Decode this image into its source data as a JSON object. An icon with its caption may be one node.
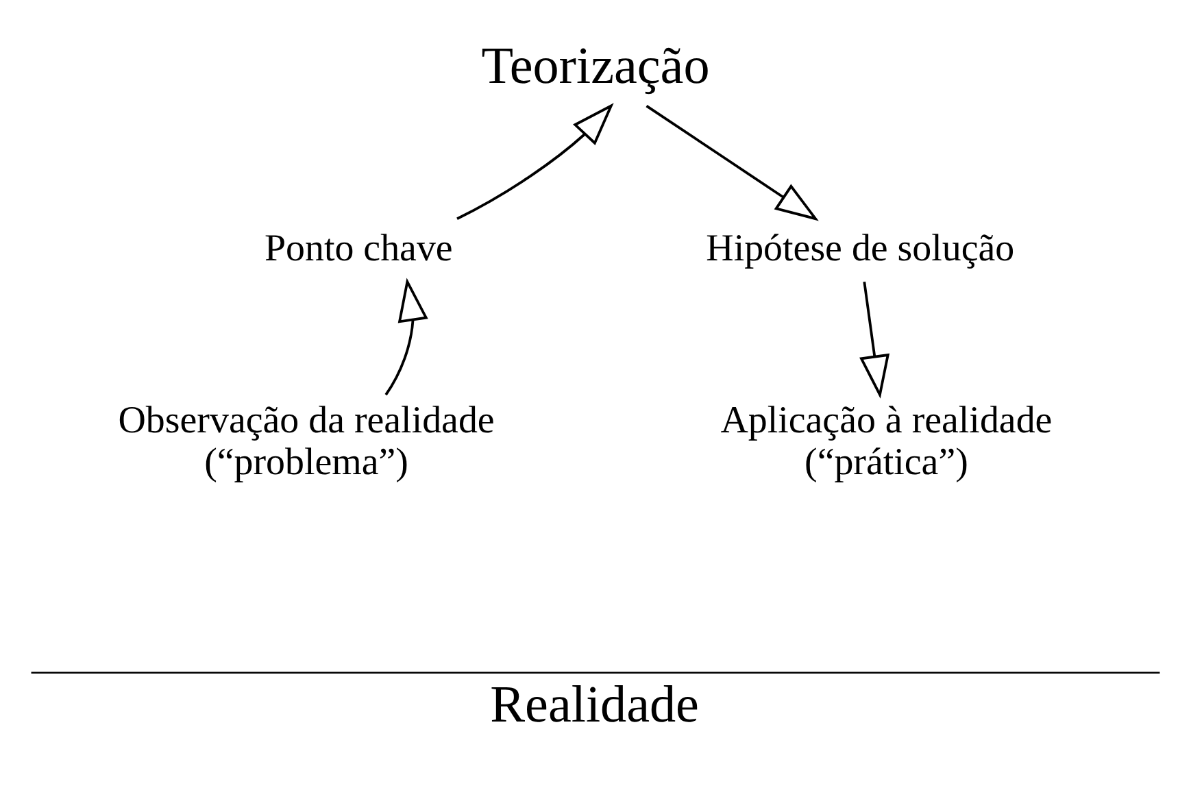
{
  "diagram": {
    "nodes": [
      {
        "text": [
          "Teorização"
        ]
      },
      {
        "text": [
          "Ponto chave"
        ]
      },
      {
        "text": [
          "Hipótese de solução"
        ]
      },
      {
        "text": [
          "Observação da realidade (“problema”)"
        ]
      },
      {
        "text": [
          "Aplicação à realidade (“prática”)"
        ]
      }
    ],
    "edges": [
      {
        "from": 3,
        "to": 1,
        "arrow": "to"
      },
      {
        "from": 1,
        "to": 0,
        "arrow": "to"
      },
      {
        "from": 0,
        "to": 2,
        "arrow": "to"
      },
      {
        "from": 2,
        "to": 4,
        "arrow": "to"
      }
    ],
    "labels": [
      "Realidade"
    ]
  }
}
